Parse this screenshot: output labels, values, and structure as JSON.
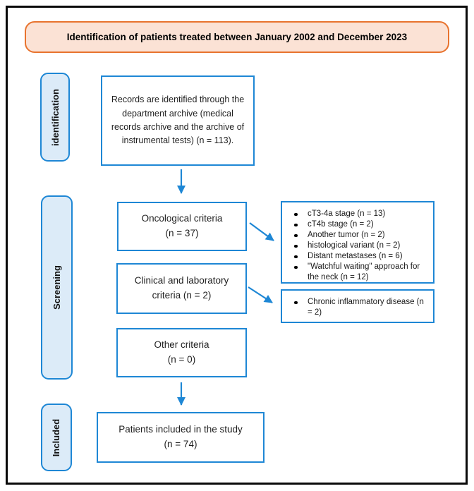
{
  "title": "Identification of patients treated between January 2002 and December 2023",
  "stages": [
    {
      "label": "identification"
    },
    {
      "label": "Screening"
    },
    {
      "label": "Included"
    }
  ],
  "boxes": {
    "records": {
      "lines": [
        "Records are identified through the",
        "department archive (medical",
        "records archive and the archive of",
        "instrumental tests) (n = 113)."
      ]
    },
    "oncological": {
      "lines": [
        "Oncological criteria",
        "(n = 37)"
      ]
    },
    "clinical": {
      "lines": [
        "Clinical and laboratory",
        "criteria (n = 2)"
      ]
    },
    "other": {
      "lines": [
        "Other criteria",
        "(n = 0)"
      ]
    },
    "included": {
      "lines": [
        "Patients included in the study",
        "(n = 74)"
      ]
    }
  },
  "exclusions": {
    "oncological_reasons": [
      "cT3-4a stage (n = 13)",
      "cT4b stage (n = 2)",
      "Another tumor (n = 2)",
      "histological variant (n = 2)",
      "Distant metastases (n = 6)",
      "\"Watchful waiting\" approach for the neck (n = 12)"
    ],
    "clinical_reasons": [
      "Chronic inflammatory disease (n = 2)"
    ]
  },
  "colors": {
    "accent_blue": "#1E87D5",
    "stage_fill": "#DCEBF8",
    "title_fill": "#FBE2D5",
    "title_border": "#E8732E",
    "frame_black": "#000000"
  }
}
